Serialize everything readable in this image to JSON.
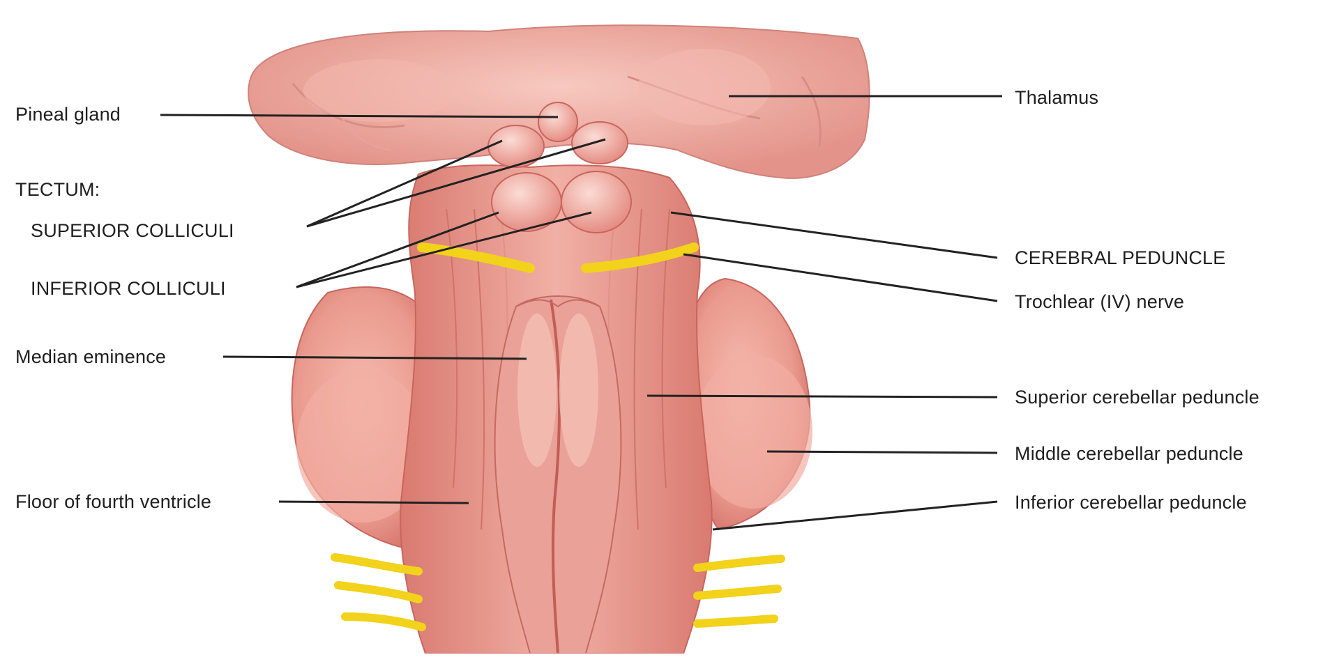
{
  "labels": {
    "pineal_gland": "Pineal gland",
    "tectum": "TECTUM:",
    "superior_colliculi": "SUPERIOR COLLICULI",
    "inferior_colliculi": "INFERIOR COLLICULI",
    "median_eminence": "Median eminence",
    "floor_fourth_ventricle": "Floor of fourth ventricle",
    "thalamus": "Thalamus",
    "cerebral_peduncle": "CEREBRAL PEDUNCLE",
    "trochlear_nerve": "Trochlear (IV) nerve",
    "superior_cerebellar_peduncle": "Superior cerebellar peduncle",
    "middle_cerebellar_peduncle": "Middle cerebellar peduncle",
    "inferior_cerebellar_peduncle": "Inferior cerebellar peduncle"
  },
  "colors": {
    "tissue": "#e8958c",
    "tissue_light": "#f6c4bb",
    "tissue_dark": "#c9605a",
    "nerve": "#f2d21a",
    "leader_line": "#222222"
  }
}
